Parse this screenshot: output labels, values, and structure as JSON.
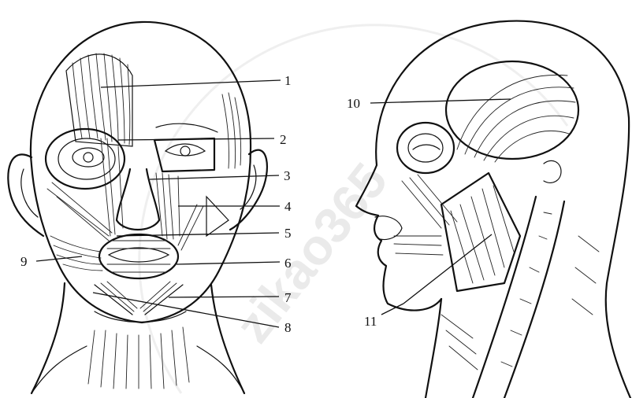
{
  "labels": [
    {
      "id": "1",
      "text": "1"
    },
    {
      "id": "2",
      "text": "2"
    },
    {
      "id": "3",
      "text": "3"
    },
    {
      "id": "4",
      "text": "4"
    },
    {
      "id": "5",
      "text": "5"
    },
    {
      "id": "6",
      "text": "6"
    },
    {
      "id": "7",
      "text": "7"
    },
    {
      "id": "8",
      "text": "8"
    },
    {
      "id": "9",
      "text": "9"
    },
    {
      "id": "10",
      "text": "10"
    },
    {
      "id": "11",
      "text": "11"
    }
  ],
  "watermark": {
    "text": "zikao365"
  },
  "colors": {
    "ink": "#111111",
    "background": "#ffffff",
    "watermark": "#d9d9d9"
  }
}
